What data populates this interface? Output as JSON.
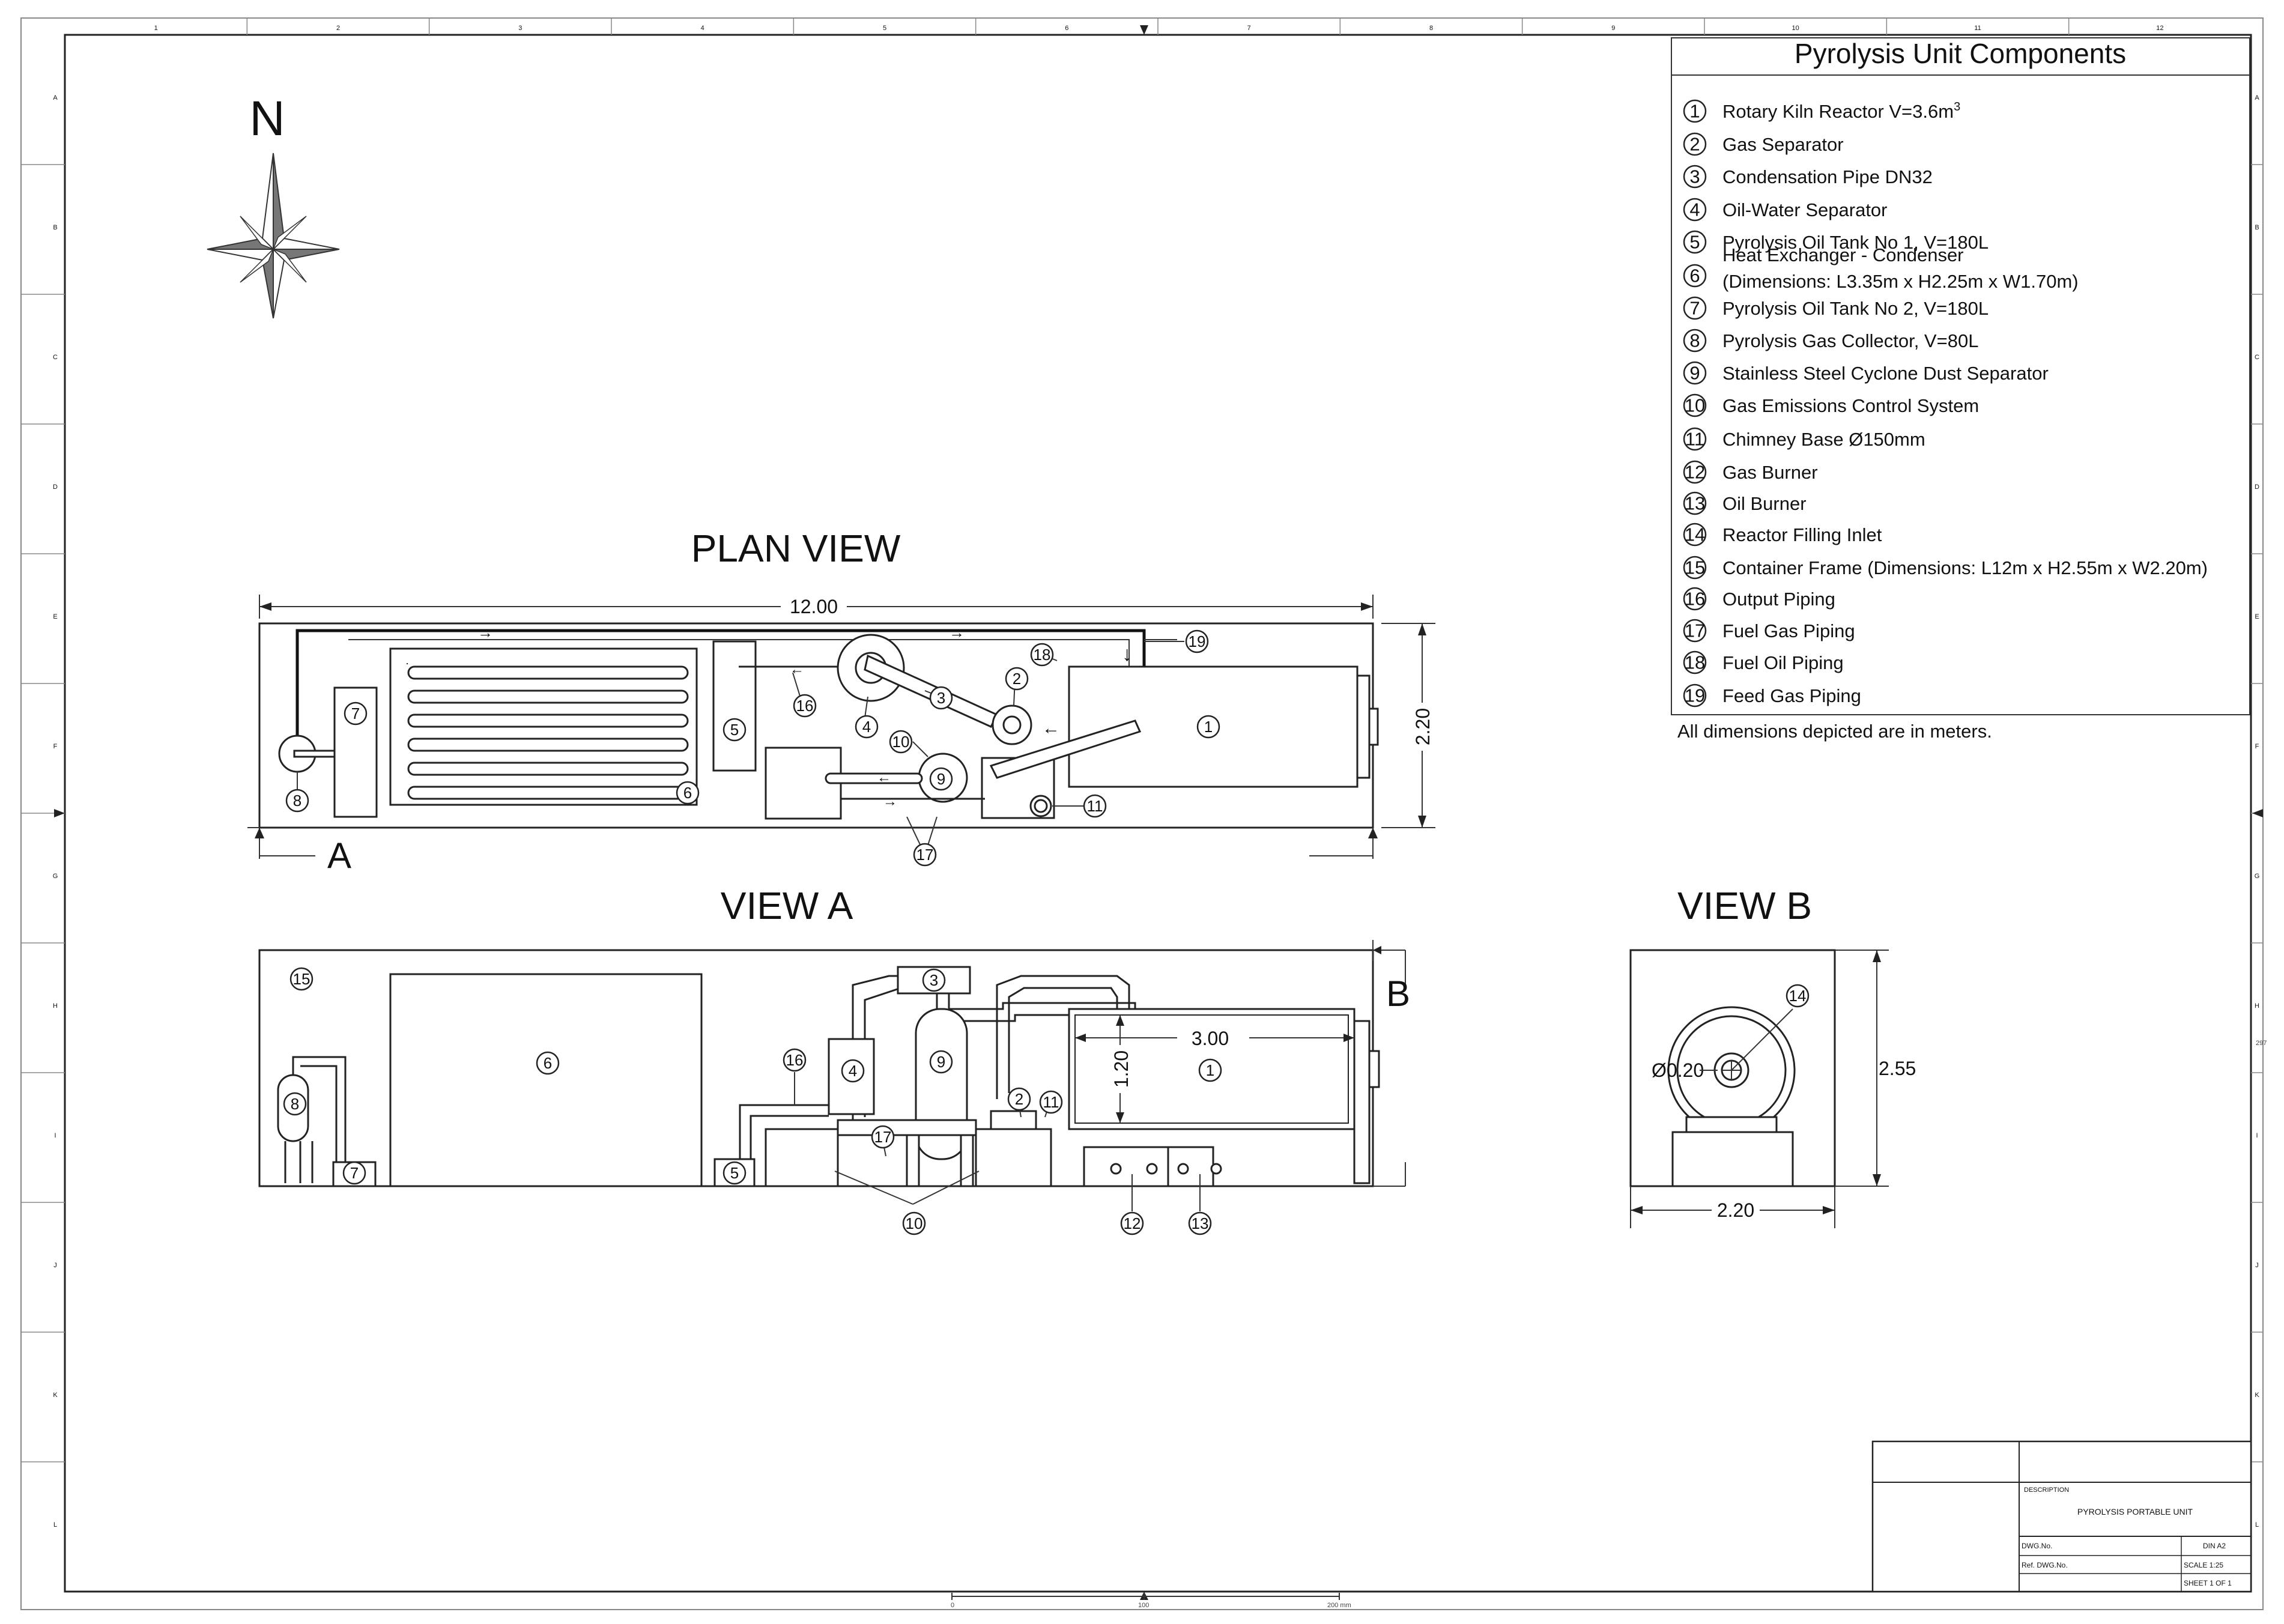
{
  "compass": {
    "label": "N"
  },
  "views": {
    "plan": "PLAN VIEW",
    "view_a": "VIEW A",
    "view_b": "VIEW B",
    "section_a": "A",
    "section_b": "B"
  },
  "dimensions": {
    "plan_length": "12.00",
    "plan_width": "2.20",
    "kiln_length": "3.00",
    "kiln_height": "1.20",
    "inlet_diameter": "Ø0.20",
    "container_height": "2.55",
    "container_width": "2.20"
  },
  "legend": {
    "title": "Pyrolysis Unit Components",
    "items": [
      {
        "num": "1",
        "text": "Rotary Kiln Reactor V=3.6m",
        "sup": "3"
      },
      {
        "num": "2",
        "text": "Gas Separator"
      },
      {
        "num": "3",
        "text": "Condensation Pipe DN32"
      },
      {
        "num": "4",
        "text": "Oil-Water Separator"
      },
      {
        "num": "5",
        "text": "Pyrolysis Oil Tank No 1, V=180L"
      },
      {
        "num": "6",
        "text": "Heat Exchanger - Condenser",
        "text2": "(Dimensions: L3.35m x H2.25m x W1.70m)"
      },
      {
        "num": "7",
        "text": "Pyrolysis Oil Tank No 2, V=180L"
      },
      {
        "num": "8",
        "text": "Pyrolysis Gas Collector, V=80L"
      },
      {
        "num": "9",
        "text": "Stainless Steel Cyclone Dust Separator"
      },
      {
        "num": "10",
        "text": "Gas Emissions Control System"
      },
      {
        "num": "11",
        "text": "Chimney Base Ø150mm"
      },
      {
        "num": "12",
        "text": "Gas Burner"
      },
      {
        "num": "13",
        "text": "Oil Burner"
      },
      {
        "num": "14",
        "text": "Reactor Filling Inlet"
      },
      {
        "num": "15",
        "text": "Container Frame (Dimensions: L12m x H2.55m x W2.20m)"
      },
      {
        "num": "16",
        "text": "Output Piping"
      },
      {
        "num": "17",
        "text": "Fuel Gas Piping"
      },
      {
        "num": "18",
        "text": "Fuel Oil Piping"
      },
      {
        "num": "19",
        "text": "Feed Gas Piping"
      }
    ],
    "note": "All dimensions depicted are in meters."
  },
  "title_block": {
    "description_label": "DESCRIPTION",
    "description": "PYROLYSIS PORTABLE UNIT",
    "dwg_no_label": "DWG.No.",
    "ref_dwg_label": "Ref. DWG.No.",
    "format": "DIN A2",
    "scale": "SCALE   1:25",
    "sheet": "SHEET 1  OF  1"
  },
  "frame": {
    "columns": [
      "1",
      "2",
      "3",
      "4",
      "5",
      "6",
      "7",
      "8",
      "9",
      "10",
      "11",
      "12"
    ],
    "rows": [
      "A",
      "B",
      "C",
      "D",
      "E",
      "F",
      "G",
      "H",
      "I",
      "J",
      "K",
      "L"
    ],
    "scale_bar": [
      "0",
      "100",
      "200 mm"
    ],
    "side_mark": "297"
  }
}
